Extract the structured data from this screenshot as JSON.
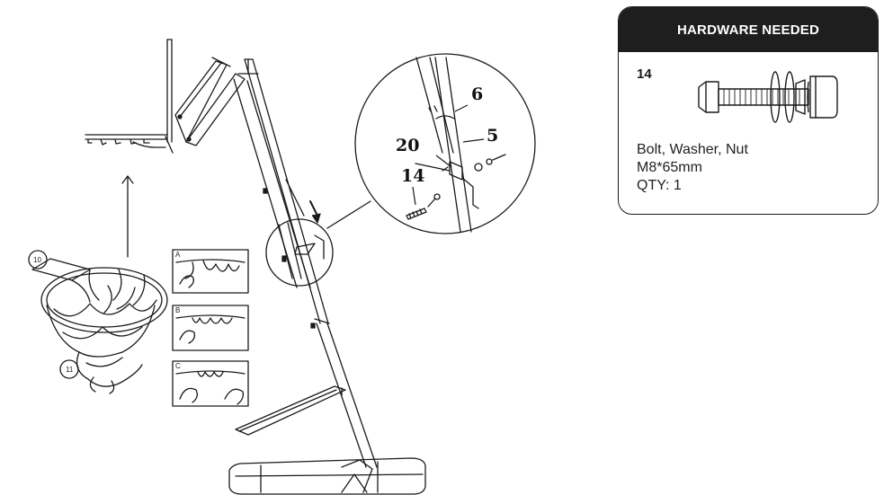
{
  "hardware": {
    "header": "HARDWARE NEEDED",
    "part_number": "14",
    "description_line1": "Bolt, Washer, Nut",
    "description_line2": "M8*65mm",
    "quantity": "QTY: 1"
  },
  "callouts": {
    "tube_upper": "6",
    "tube_lower": "5",
    "bracket": "20",
    "bolt": "14"
  },
  "rim_parts": {
    "bracket_part": "10",
    "net_part": "11"
  },
  "net_steps": [
    "A",
    "B",
    "C"
  ]
}
